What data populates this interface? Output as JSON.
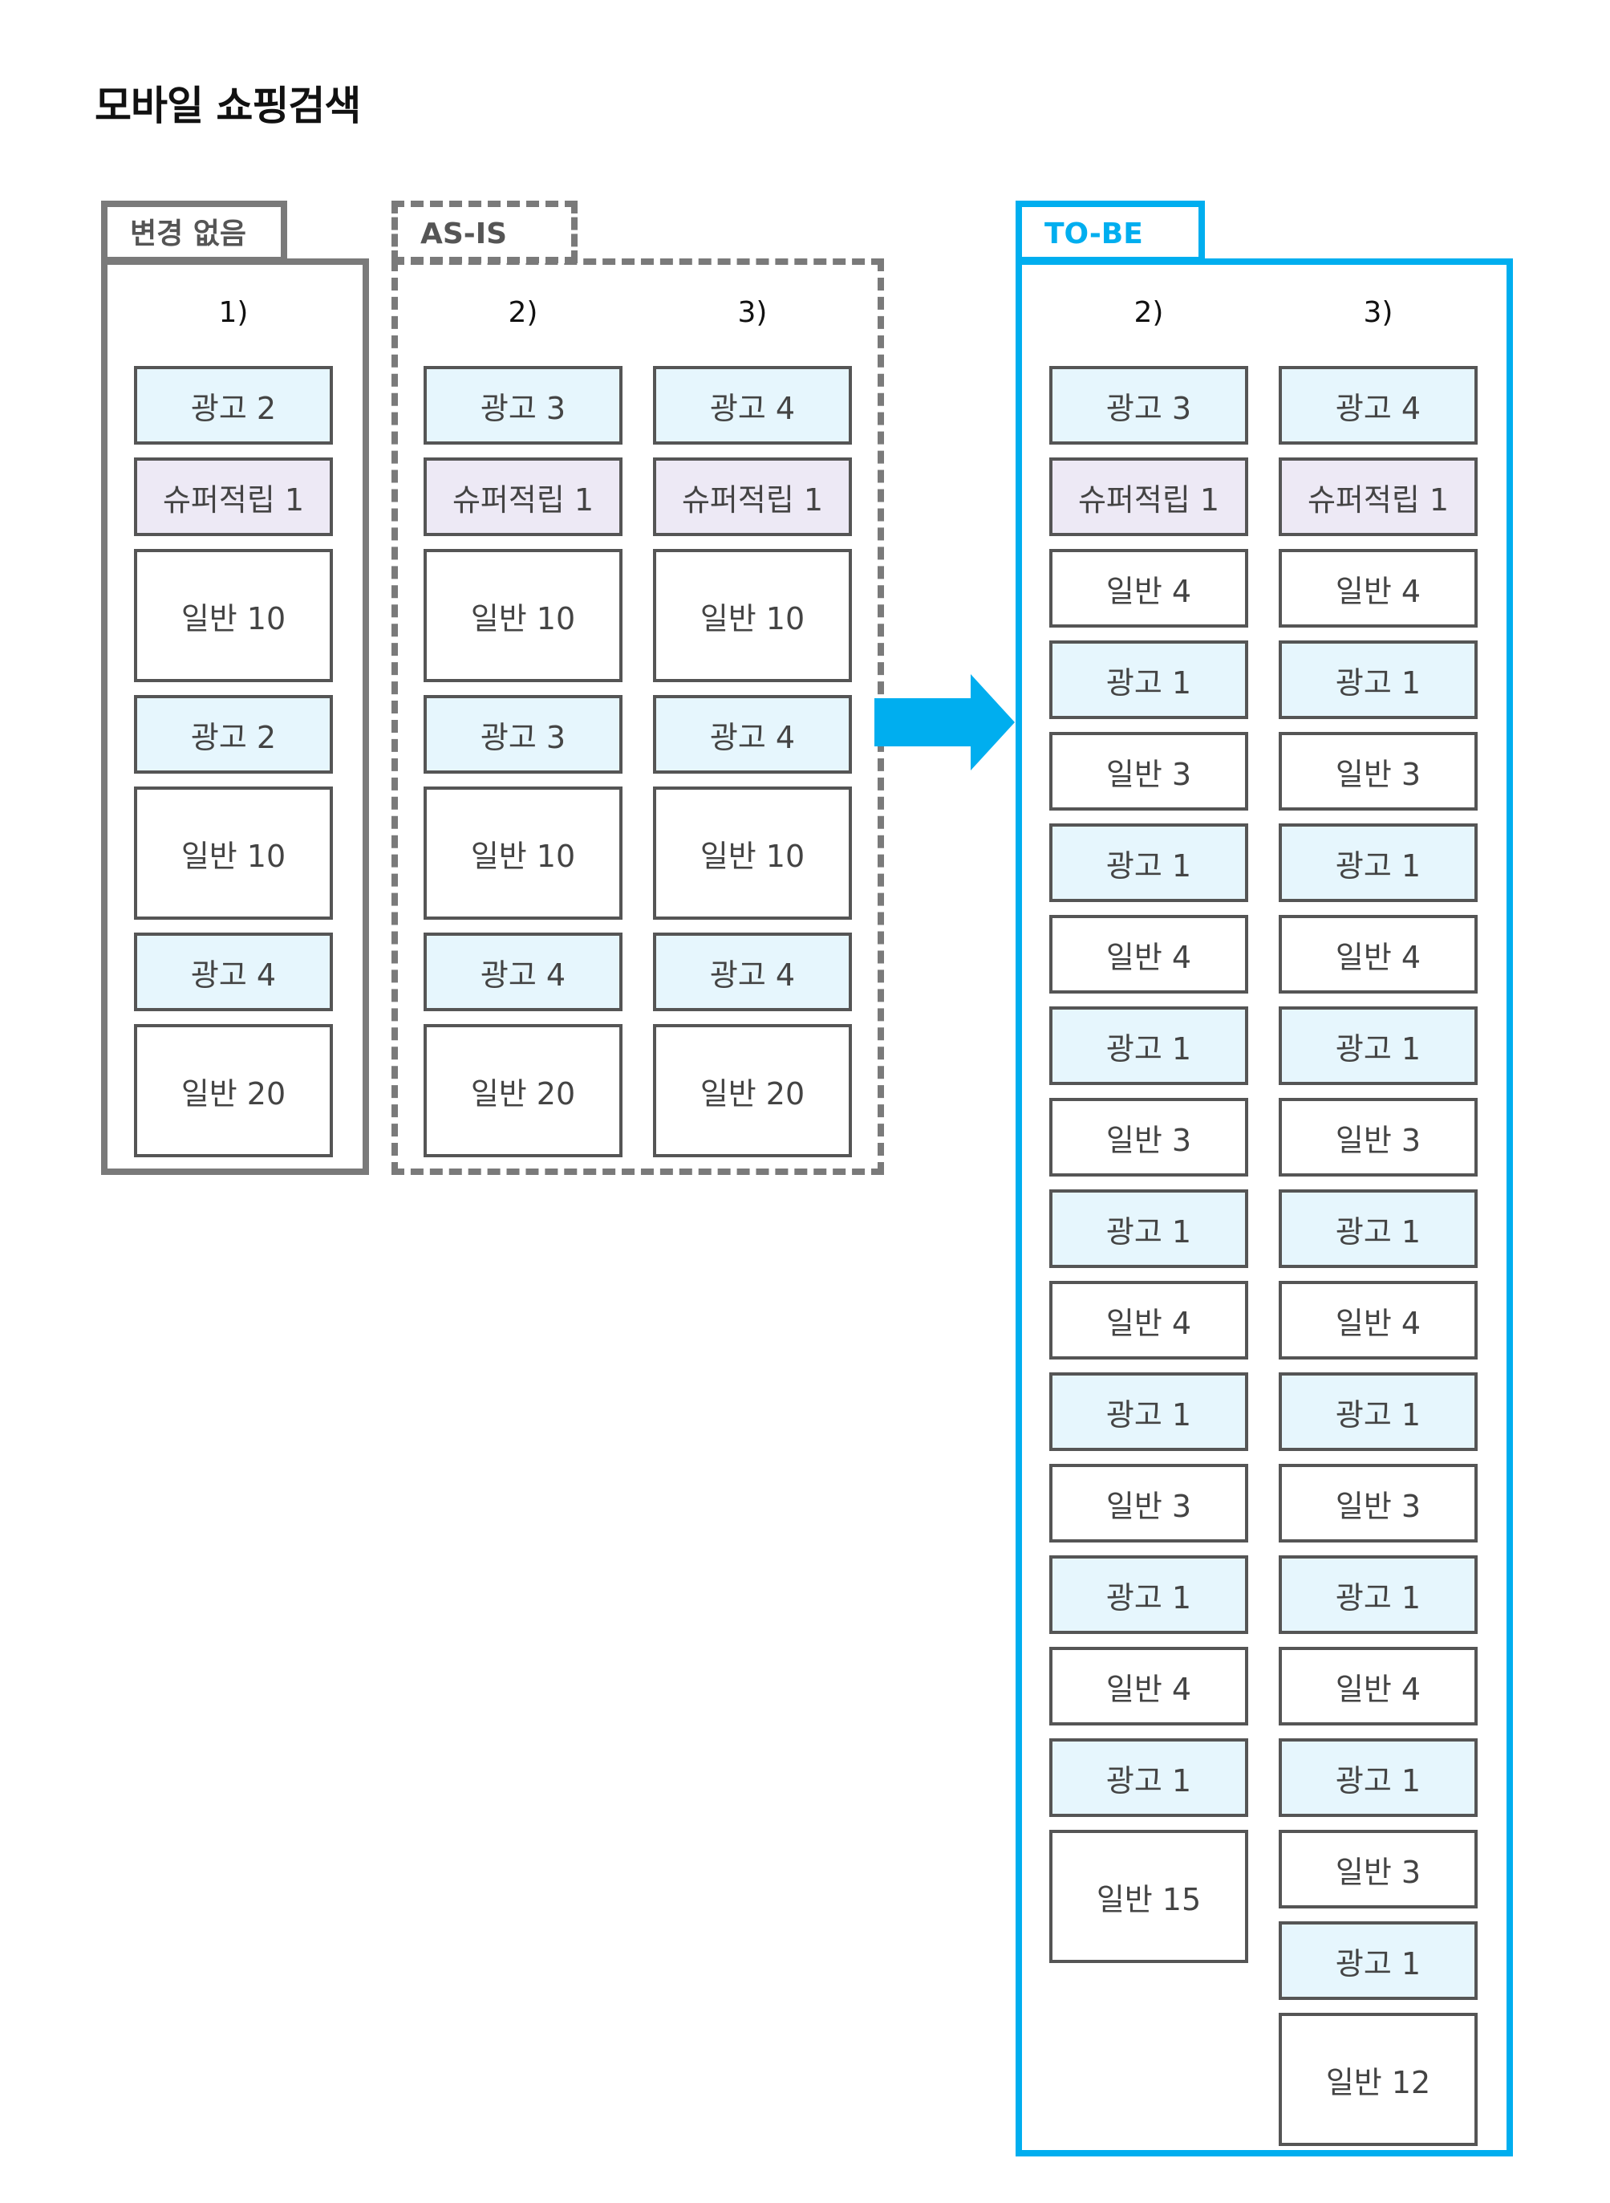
{
  "title": "모바일 쇼핑검색",
  "colors": {
    "ad": "#e6f6fd",
    "super": "#ede9f5",
    "normal": "#ffffff",
    "tobe_accent": "#00aeef",
    "border_gray": "#7a7a7a"
  },
  "groups": {
    "unchanged": {
      "label": "변경 없음",
      "columns": [
        {
          "header": "1)",
          "items": [
            {
              "label": "광고 2",
              "type": "ad",
              "size": "s"
            },
            {
              "label": "슈퍼적립 1",
              "type": "super",
              "size": "s"
            },
            {
              "label": "일반 10",
              "type": "normal",
              "size": "l"
            },
            {
              "label": "광고 2",
              "type": "ad",
              "size": "s"
            },
            {
              "label": "일반 10",
              "type": "normal",
              "size": "l"
            },
            {
              "label": "광고 4",
              "type": "ad",
              "size": "s"
            },
            {
              "label": "일반 20",
              "type": "normal",
              "size": "l"
            }
          ]
        }
      ]
    },
    "asis": {
      "label": "AS-IS",
      "columns": [
        {
          "header": "2)",
          "items": [
            {
              "label": "광고 3",
              "type": "ad",
              "size": "s"
            },
            {
              "label": "슈퍼적립 1",
              "type": "super",
              "size": "s"
            },
            {
              "label": "일반 10",
              "type": "normal",
              "size": "l"
            },
            {
              "label": "광고 3",
              "type": "ad",
              "size": "s"
            },
            {
              "label": "일반 10",
              "type": "normal",
              "size": "l"
            },
            {
              "label": "광고 4",
              "type": "ad",
              "size": "s"
            },
            {
              "label": "일반 20",
              "type": "normal",
              "size": "l"
            }
          ]
        },
        {
          "header": "3)",
          "items": [
            {
              "label": "광고 4",
              "type": "ad",
              "size": "s"
            },
            {
              "label": "슈퍼적립 1",
              "type": "super",
              "size": "s"
            },
            {
              "label": "일반 10",
              "type": "normal",
              "size": "l"
            },
            {
              "label": "광고 4",
              "type": "ad",
              "size": "s"
            },
            {
              "label": "일반 10",
              "type": "normal",
              "size": "l"
            },
            {
              "label": "광고 4",
              "type": "ad",
              "size": "s"
            },
            {
              "label": "일반 20",
              "type": "normal",
              "size": "l"
            }
          ]
        }
      ]
    },
    "tobe": {
      "label": "TO-BE",
      "columns": [
        {
          "header": "2)",
          "items": [
            {
              "label": "광고 3",
              "type": "ad",
              "size": "s"
            },
            {
              "label": "슈퍼적립 1",
              "type": "super",
              "size": "s"
            },
            {
              "label": "일반 4",
              "type": "normal",
              "size": "s"
            },
            {
              "label": "광고 1",
              "type": "ad",
              "size": "s"
            },
            {
              "label": "일반 3",
              "type": "normal",
              "size": "s"
            },
            {
              "label": "광고 1",
              "type": "ad",
              "size": "s"
            },
            {
              "label": "일반 4",
              "type": "normal",
              "size": "s"
            },
            {
              "label": "광고 1",
              "type": "ad",
              "size": "s"
            },
            {
              "label": "일반 3",
              "type": "normal",
              "size": "s"
            },
            {
              "label": "광고 1",
              "type": "ad",
              "size": "s"
            },
            {
              "label": "일반 4",
              "type": "normal",
              "size": "s"
            },
            {
              "label": "광고 1",
              "type": "ad",
              "size": "s"
            },
            {
              "label": "일반 3",
              "type": "normal",
              "size": "s"
            },
            {
              "label": "광고 1",
              "type": "ad",
              "size": "s"
            },
            {
              "label": "일반 4",
              "type": "normal",
              "size": "s"
            },
            {
              "label": "광고 1",
              "type": "ad",
              "size": "s"
            },
            {
              "label": "일반 15",
              "type": "normal",
              "size": "l"
            }
          ]
        },
        {
          "header": "3)",
          "items": [
            {
              "label": "광고 4",
              "type": "ad",
              "size": "s"
            },
            {
              "label": "슈퍼적립 1",
              "type": "super",
              "size": "s"
            },
            {
              "label": "일반 4",
              "type": "normal",
              "size": "s"
            },
            {
              "label": "광고 1",
              "type": "ad",
              "size": "s"
            },
            {
              "label": "일반 3",
              "type": "normal",
              "size": "s"
            },
            {
              "label": "광고 1",
              "type": "ad",
              "size": "s"
            },
            {
              "label": "일반 4",
              "type": "normal",
              "size": "s"
            },
            {
              "label": "광고 1",
              "type": "ad",
              "size": "s"
            },
            {
              "label": "일반 3",
              "type": "normal",
              "size": "s"
            },
            {
              "label": "광고 1",
              "type": "ad",
              "size": "s"
            },
            {
              "label": "일반 4",
              "type": "normal",
              "size": "s"
            },
            {
              "label": "광고 1",
              "type": "ad",
              "size": "s"
            },
            {
              "label": "일반 3",
              "type": "normal",
              "size": "s"
            },
            {
              "label": "광고 1",
              "type": "ad",
              "size": "s"
            },
            {
              "label": "일반 4",
              "type": "normal",
              "size": "s"
            },
            {
              "label": "광고 1",
              "type": "ad",
              "size": "s"
            },
            {
              "label": "일반 3",
              "type": "normal",
              "size": "s"
            },
            {
              "label": "광고 1",
              "type": "ad",
              "size": "s"
            },
            {
              "label": "일반 12",
              "type": "normal",
              "size": "l"
            }
          ]
        }
      ]
    }
  }
}
